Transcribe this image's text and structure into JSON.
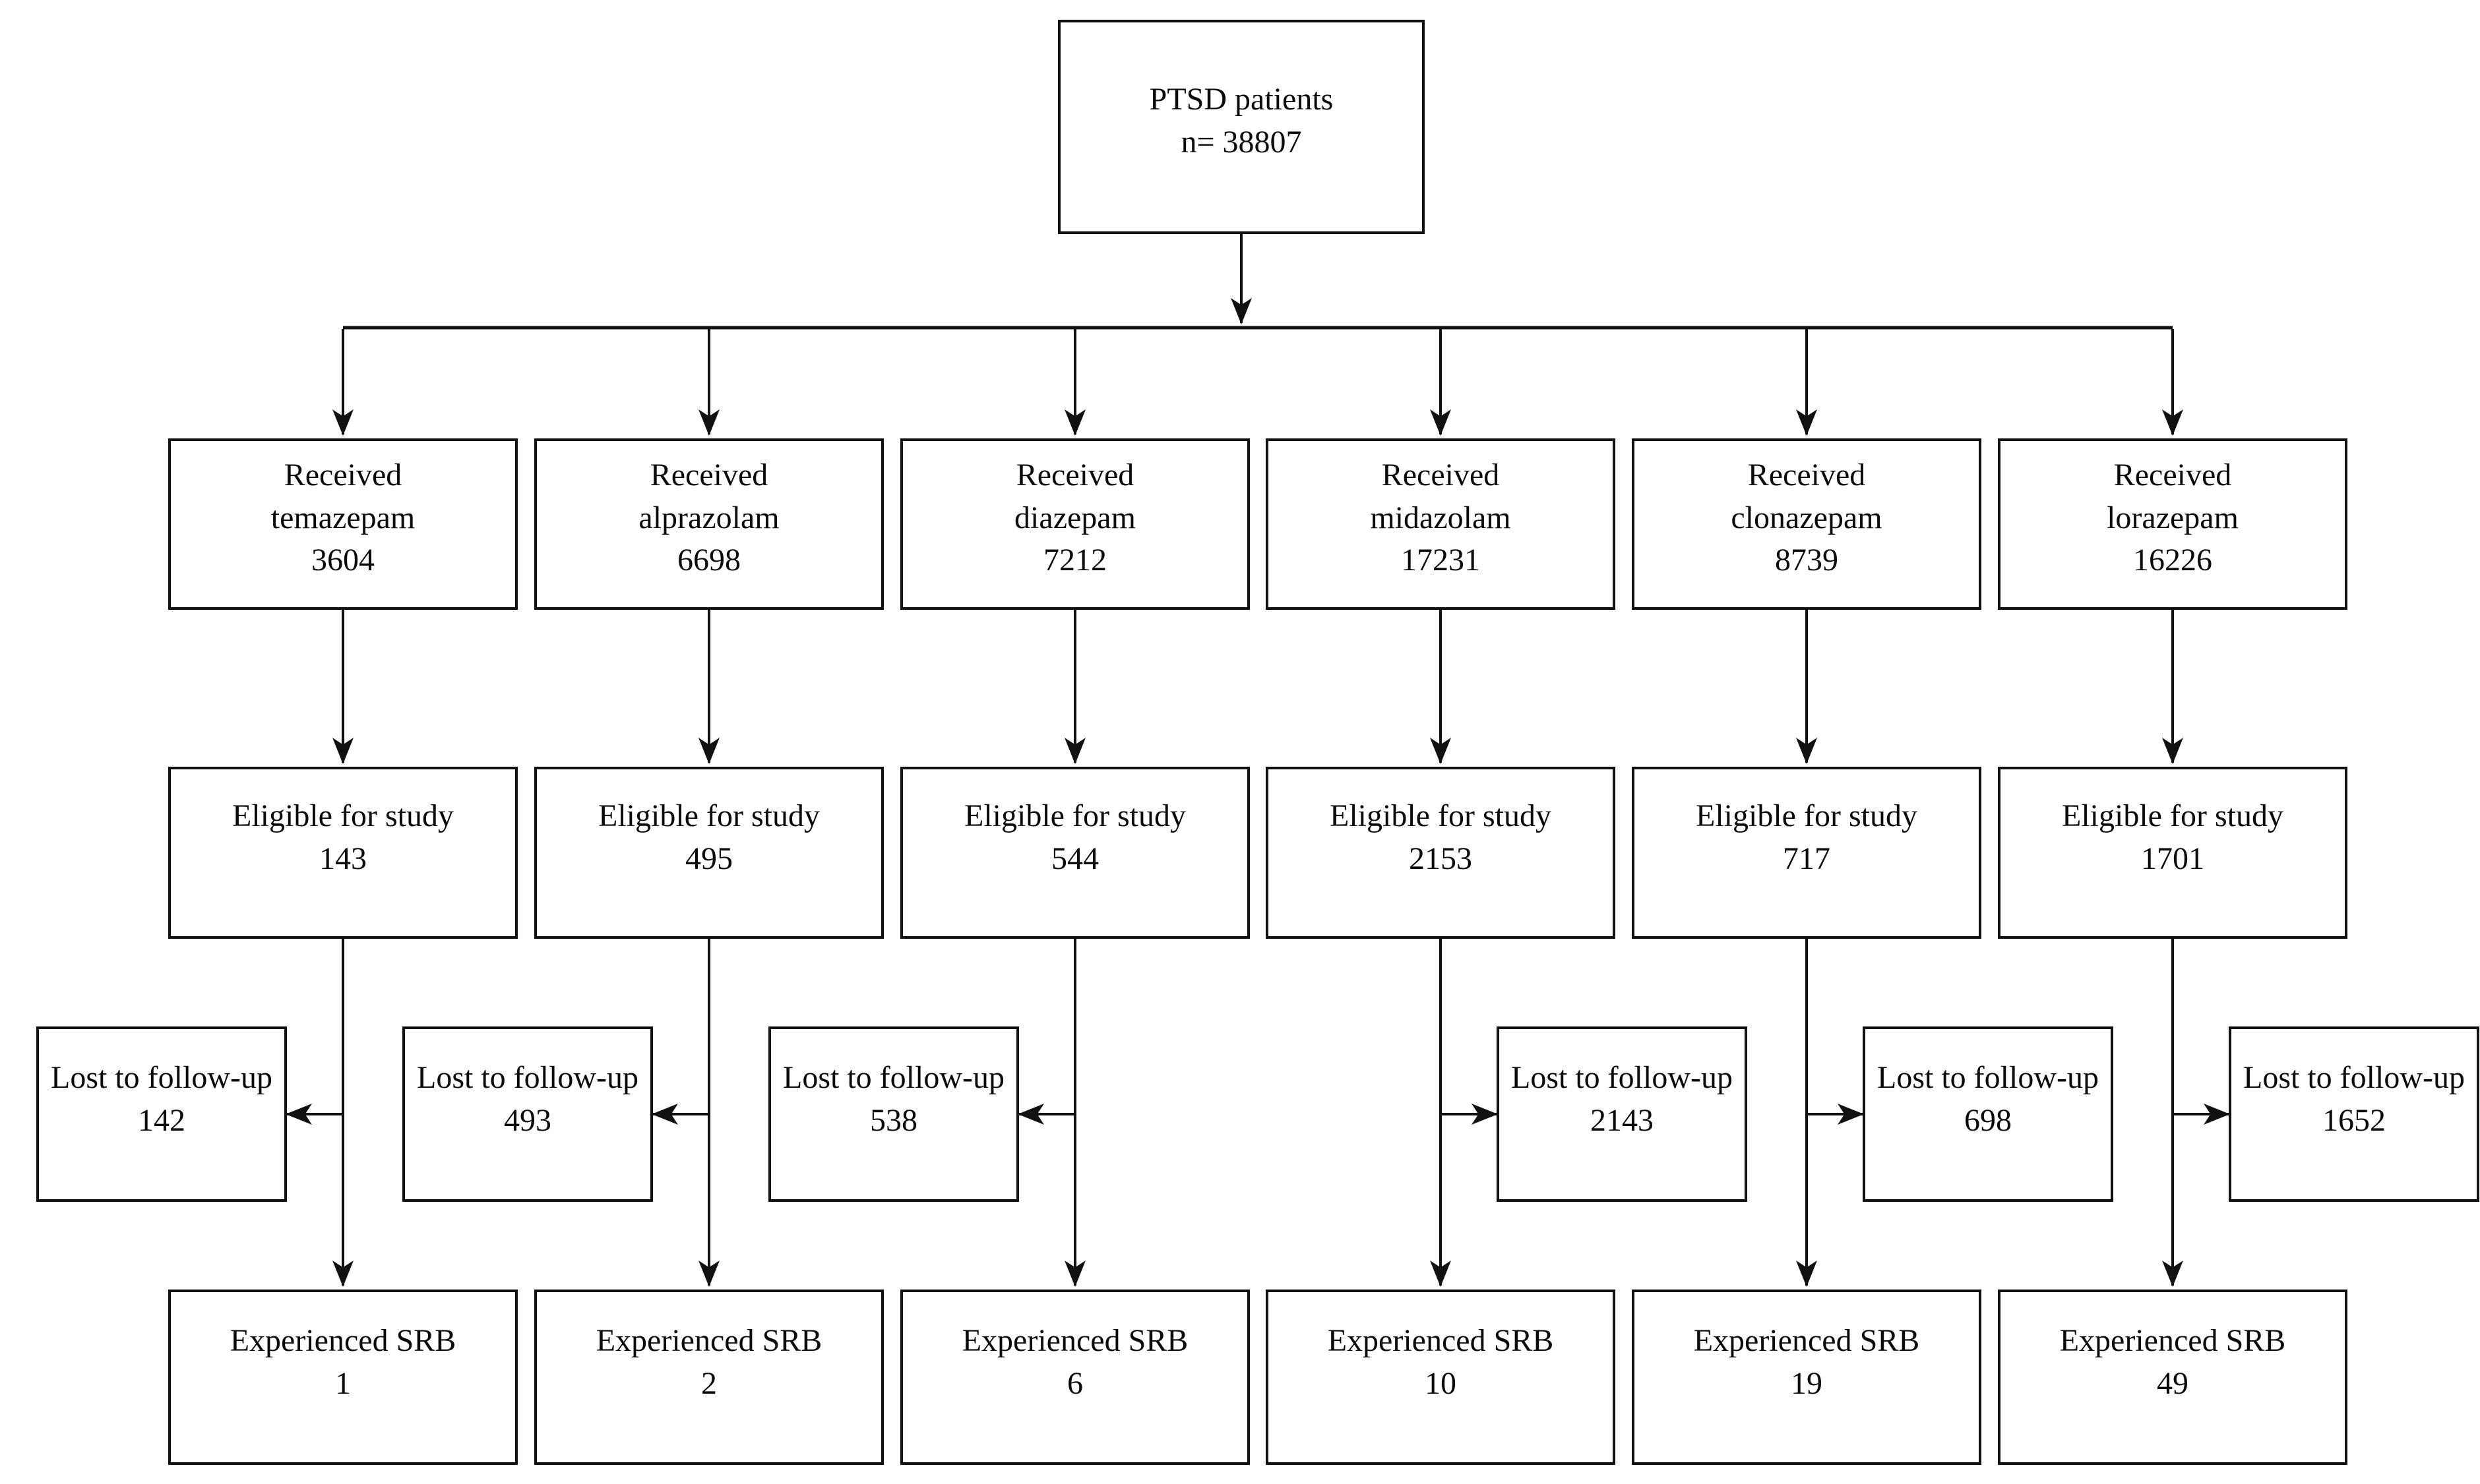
{
  "flowchart": {
    "root": {
      "line1": "PTSD patients",
      "line2": "n= 38807"
    },
    "labels": {
      "received_prefix": "Received",
      "eligible": "Eligible for study",
      "lost": "Lost to follow-up",
      "srb": "Experienced SRB"
    },
    "columns": [
      {
        "drug": "temazepam",
        "received_n": "3604",
        "eligible_n": "143",
        "lost_n": "142",
        "srb_n": "1",
        "lost_side": "left"
      },
      {
        "drug": "alprazolam",
        "received_n": "6698",
        "eligible_n": "495",
        "lost_n": "493",
        "srb_n": "2",
        "lost_side": "left"
      },
      {
        "drug": "diazepam",
        "received_n": "7212",
        "eligible_n": "544",
        "lost_n": "538",
        "srb_n": "6",
        "lost_side": "left"
      },
      {
        "drug": "midazolam",
        "received_n": "17231",
        "eligible_n": "2153",
        "lost_n": "2143",
        "srb_n": "10",
        "lost_side": "right"
      },
      {
        "drug": "clonazepam",
        "received_n": "8739",
        "eligible_n": "717",
        "lost_n": "698",
        "srb_n": "19",
        "lost_side": "right"
      },
      {
        "drug": "lorazepam",
        "received_n": "16226",
        "eligible_n": "1701",
        "lost_n": "1652",
        "srb_n": "49",
        "lost_side": "right"
      }
    ],
    "colors": {
      "line": "#111111",
      "background": "#ffffff",
      "text": "#0b0b0b"
    }
  }
}
